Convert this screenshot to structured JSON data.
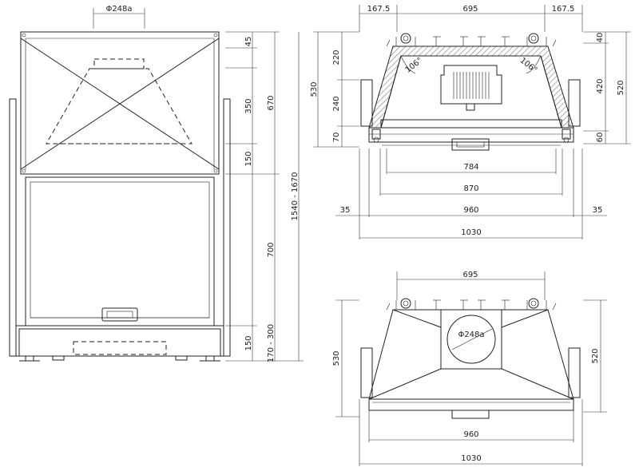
{
  "front_view": {
    "flue_diameter": "Φ248a",
    "dims_right_inner": [
      "45",
      "350",
      "150",
      "700",
      "150"
    ],
    "dim_top_section": "670",
    "dim_bottom_section": "170 - 300",
    "dim_total_height": "1540 - 1670"
  },
  "plan_view": {
    "top_dims": [
      "167.5",
      "695",
      "167.5"
    ],
    "left_dims": [
      "220",
      "240",
      "70"
    ],
    "left_total": "530",
    "right_dims": [
      "40",
      "420",
      "60"
    ],
    "right_total": "520",
    "angle_left": "106°",
    "angle_right": "106°",
    "bottom_dims": [
      "784",
      "870",
      "960",
      "1030"
    ],
    "side_offset_left": "35",
    "side_offset_right": "35"
  },
  "top_view": {
    "top_dim": "695",
    "flue_diameter": "Φ248a",
    "left_height": "530",
    "right_height": "520",
    "bottom_dims": [
      "960",
      "1030"
    ]
  }
}
